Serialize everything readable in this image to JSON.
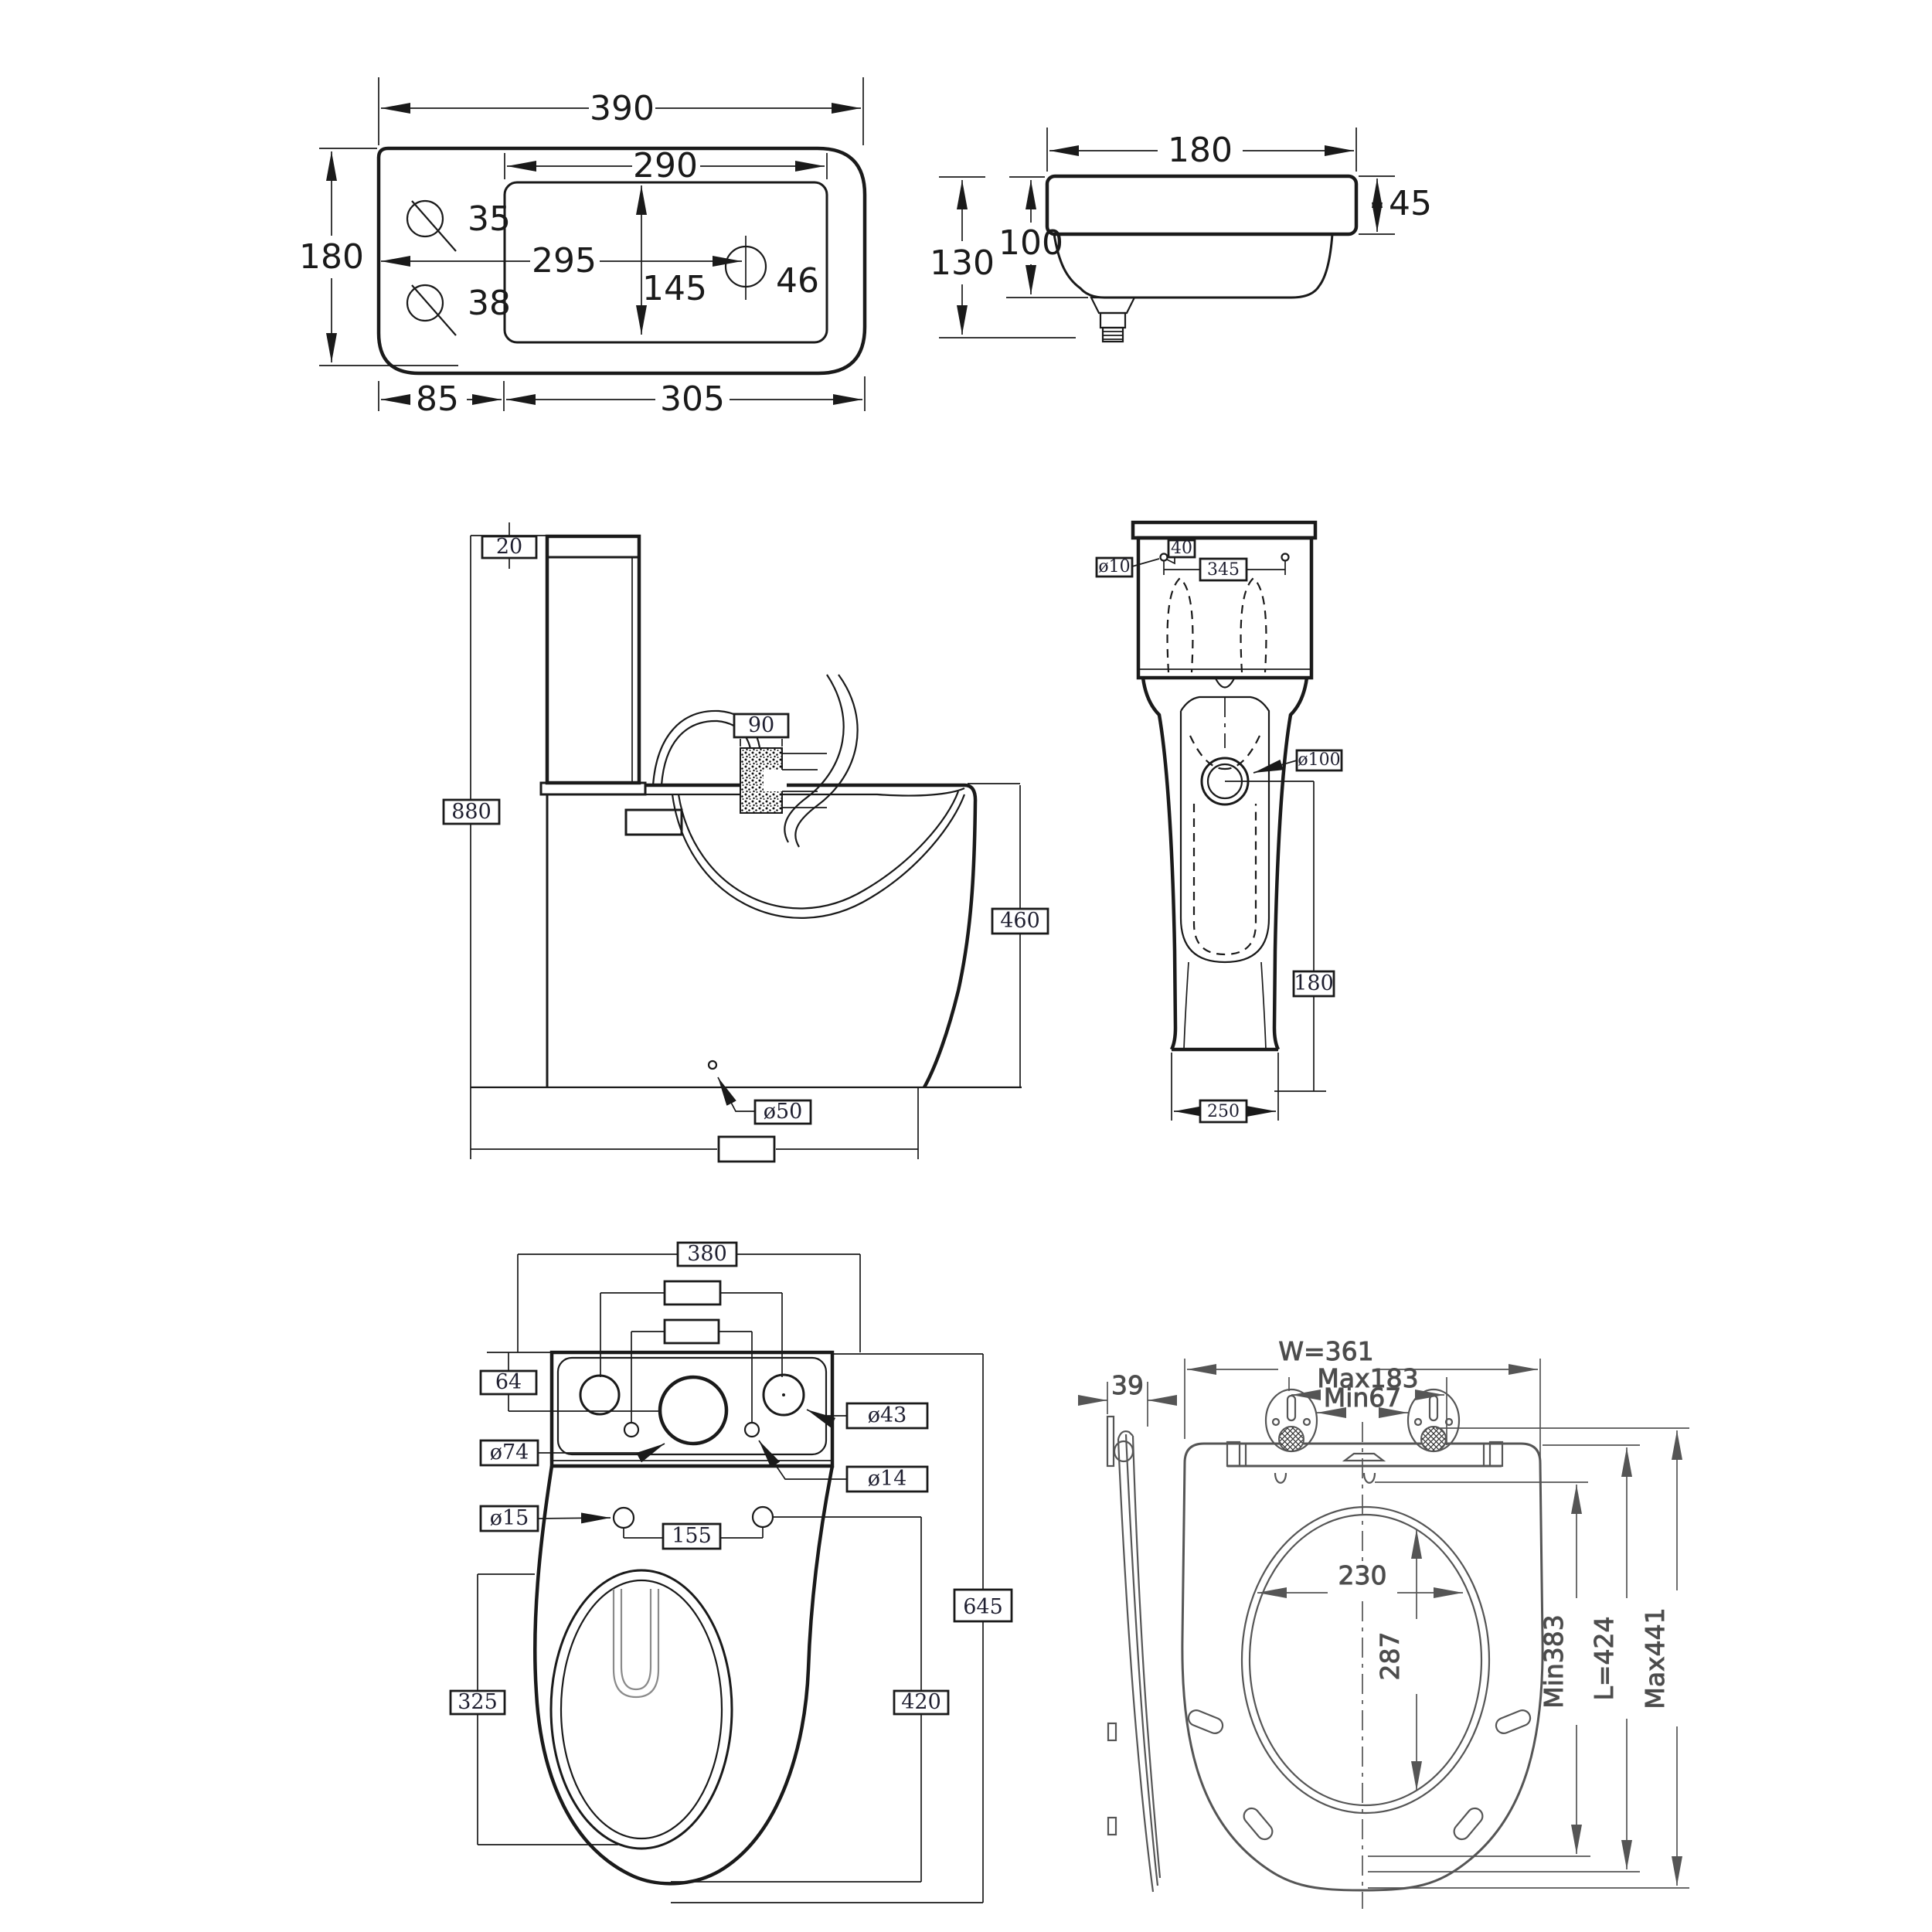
{
  "views": {
    "sink_top": {
      "d390": "390",
      "d290": "290",
      "d180": "180",
      "d295": "295",
      "d145": "145",
      "d35": "35",
      "d38": "38",
      "d46": "46",
      "d85": "85",
      "d305": "305"
    },
    "sink_side": {
      "d180": "180",
      "d45": "45",
      "d100": "100",
      "d130": "130"
    },
    "toilet_side": {
      "d20": "20",
      "d880": "880",
      "d90": "90",
      "d460": "460",
      "d50": "ø50"
    },
    "toilet_front": {
      "d40": "40",
      "d10": "ø10",
      "d345": "345",
      "d100": "ø100",
      "d180": "180",
      "d250": "250"
    },
    "toilet_top": {
      "d380": "380",
      "d64": "64",
      "d74": "ø74",
      "d43": "ø43",
      "d14": "ø14",
      "d15": "ø15",
      "d155": "155",
      "d645": "645",
      "d420": "420",
      "d325": "325"
    },
    "seat": {
      "d39": "39",
      "dW": "W=361",
      "dMax183": "Max183",
      "dMin67": "Min67",
      "d230": "230",
      "d287": "287",
      "dMin383": "Min383",
      "dL": "L=424",
      "dMax441": "Max441"
    }
  }
}
